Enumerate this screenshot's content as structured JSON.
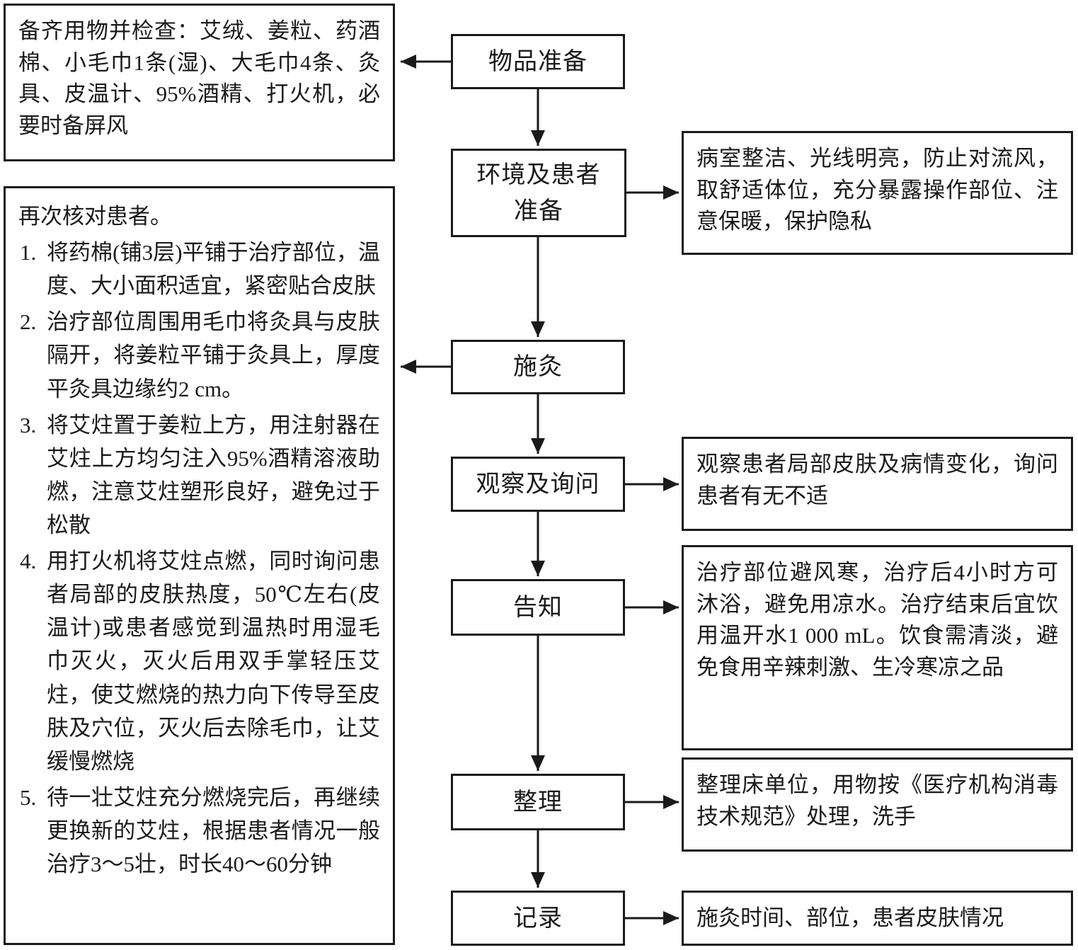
{
  "colors": {
    "ink": "#1a1a1a",
    "background": "#ffffff"
  },
  "steps": {
    "prepare_items": "物品准备",
    "environment": "环境及患者准备",
    "moxibustion": "施灸",
    "observe": "观察及询问",
    "inform": "告知",
    "tidy": "整理",
    "record": "记录"
  },
  "left_notes": {
    "prepare_detail": "备齐用物并检查：艾绒、姜粒、药酒棉、小毛巾1条(湿)、大毛巾4条、灸具、皮温计、95%酒精、打火机，必要时备屏风",
    "procedure_intro": "再次核对患者。",
    "procedure_items": [
      {
        "num": "1.",
        "text": "将药棉(铺3层)平铺于治疗部位，温度、大小面积适宜，紧密贴合皮肤"
      },
      {
        "num": "2.",
        "text": "治疗部位周围用毛巾将灸具与皮肤隔开，将姜粒平铺于灸具上，厚度平灸具边缘约2 cm。"
      },
      {
        "num": "3.",
        "text": "将艾炷置于姜粒上方，用注射器在艾炷上方均匀注入95%酒精溶液助燃，注意艾炷塑形良好，避免过于松散"
      },
      {
        "num": "4.",
        "text": "用打火机将艾炷点燃，同时询问患者局部的皮肤热度，50℃左右(皮温计)或患者感觉到温热时用湿毛巾灭火，灭火后用双手掌轻压艾炷，使艾燃烧的热力向下传导至皮肤及穴位，灭火后去除毛巾，让艾缓慢燃烧"
      },
      {
        "num": "5.",
        "text": "待一壮艾炷充分燃烧完后，再继续更换新的艾炷，根据患者情况一般治疗3～5壮，时长40～60分钟"
      }
    ]
  },
  "right_notes": {
    "environment": "病室整洁、光线明亮，防止对流风，取舒适体位，充分暴露操作部位、注意保暖，保护隐私",
    "observe": "观察患者局部皮肤及病情变化，询问患者有无不适",
    "inform": "治疗部位避风寒，治疗后4小时方可沐浴，避免用凉水。治疗结束后宜饮用温开水1 000 mL。饮食需清淡，避免食用辛辣刺激、生冷寒凉之品",
    "tidy": "整理床单位，用物按《医疗机构消毒技术规范》处理，洗手",
    "record": "施灸时间、部位，患者皮肤情况"
  }
}
